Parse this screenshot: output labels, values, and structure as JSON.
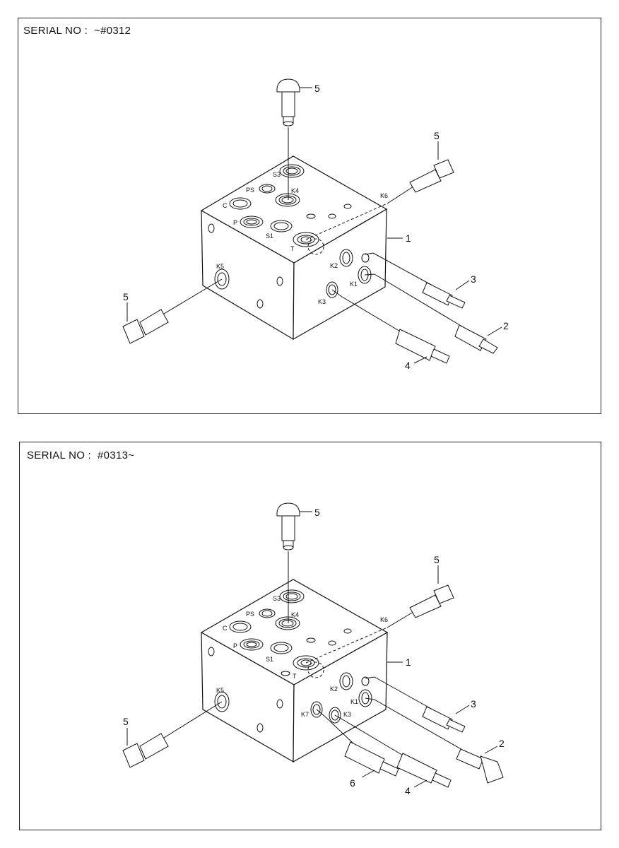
{
  "panels": [
    {
      "serial": "SERIAL NO :  ~#0312",
      "ports": {
        "S3": "S3",
        "PS": "PS",
        "K4": "K4",
        "C": "C",
        "P": "P",
        "S1": "S1",
        "T": "T",
        "K6": "K6",
        "K5": "K5",
        "K2": "K2",
        "K1": "K1",
        "K3": "K3"
      },
      "callouts": {
        "c1": "1",
        "c2": "2",
        "c3": "3",
        "c4": "4",
        "c5a": "5",
        "c5b": "5",
        "c5c": "5"
      }
    },
    {
      "serial": "SERIAL NO :  #0313~",
      "ports": {
        "S3": "S3",
        "PS": "PS",
        "K4": "K4",
        "C": "C",
        "P": "P",
        "S1": "S1",
        "T": "T",
        "K6": "K6",
        "K5": "K5",
        "K2": "K2",
        "K1": "K1",
        "K3": "K3",
        "K7": "K7"
      },
      "callouts": {
        "c1": "1",
        "c2": "2",
        "c3": "3",
        "c4": "4",
        "c5a": "5",
        "c5b": "5",
        "c5c": "5",
        "c6": "6"
      }
    }
  ]
}
